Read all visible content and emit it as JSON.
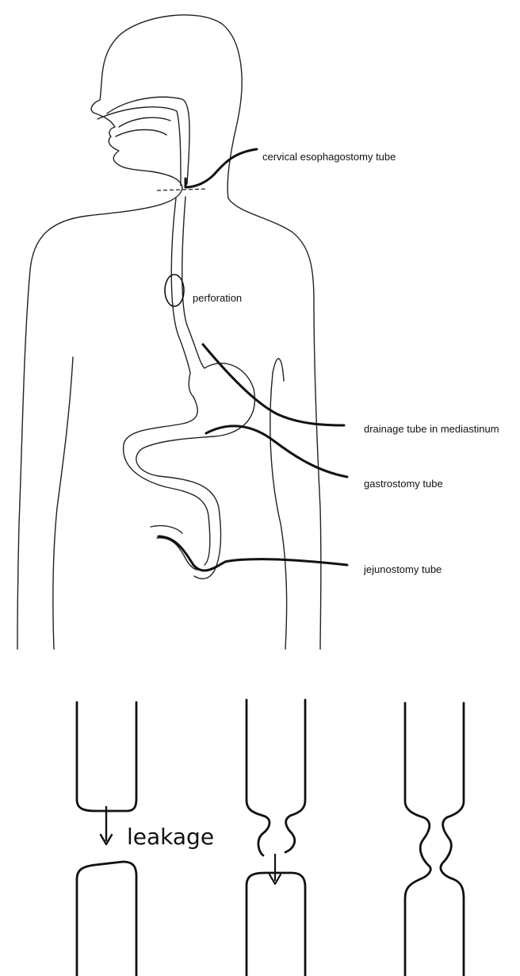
{
  "labels": {
    "cervical": "cervical esophagostomy tube",
    "perforation": "perforation",
    "drainage": "drainage tube in mediastinum",
    "gastrostomy": "gastrostomy tube",
    "jejunostomy": "jejunostomy tube",
    "leakage": "leakage"
  },
  "colors": {
    "line": "#222222",
    "tube": "#111111",
    "background": "#ffffff"
  }
}
